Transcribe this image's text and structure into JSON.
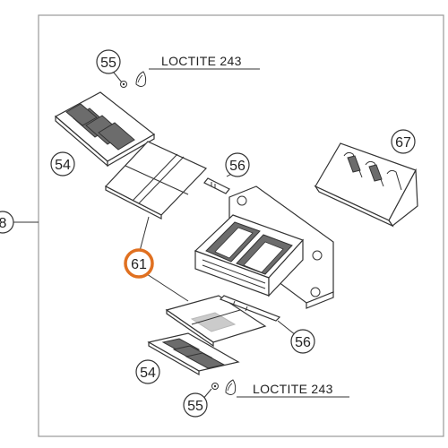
{
  "frame": {
    "label": "8"
  },
  "callouts": {
    "c55_top": "55",
    "c54_top": "54",
    "c56_top": "56",
    "c67": "67",
    "c61": "61",
    "c56_bottom": "56",
    "c54_bottom": "54",
    "c55_bottom": "55"
  },
  "notes": {
    "loctite_top": "LOCTITE 243",
    "loctite_bottom": "LOCTITE 243"
  },
  "highlight": {
    "part": "61",
    "color": "#e07020"
  }
}
